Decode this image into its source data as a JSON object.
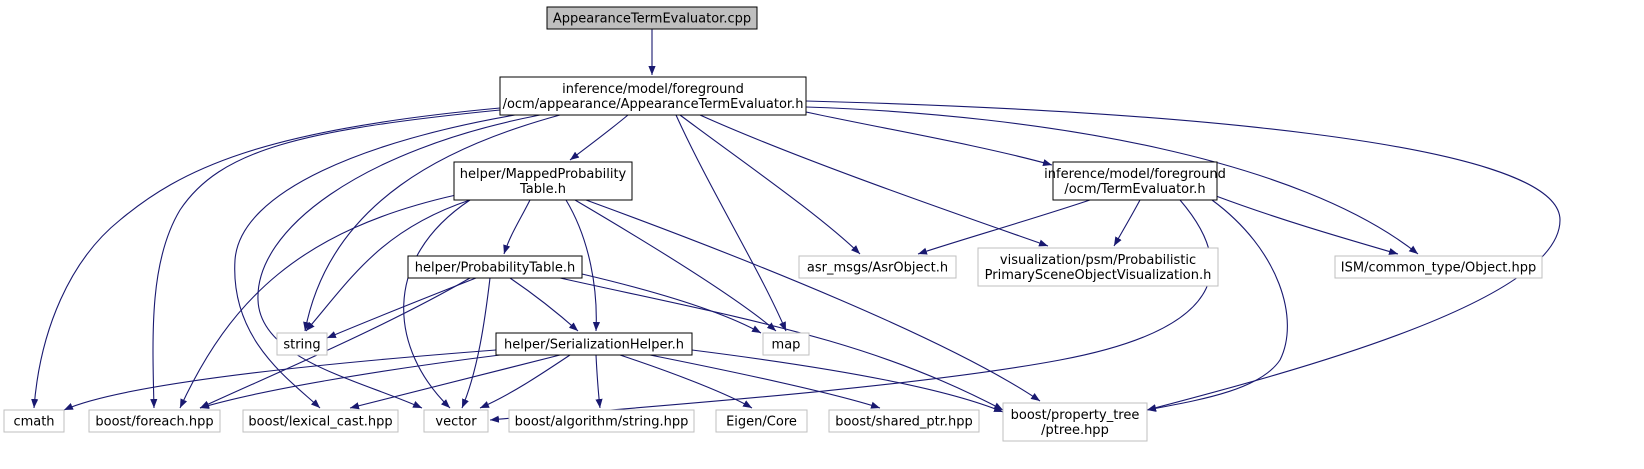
{
  "diagram": {
    "colors": {
      "edge": "#191970",
      "root_fill": "#bfbfbf",
      "documented_border": "#000000",
      "external_border": "#bfbfbf",
      "node_fill": "#ffffff"
    },
    "nodes": [
      {
        "id": "root",
        "lines": [
          "AppearanceTermEvaluator.cpp"
        ],
        "kind": "root"
      },
      {
        "id": "ate_h",
        "lines": [
          "inference/model/foreground",
          "/ocm/appearance/AppearanceTermEvaluator.h"
        ],
        "kind": "documented"
      },
      {
        "id": "mpt_h",
        "lines": [
          "helper/MappedProbability",
          "Table.h"
        ],
        "kind": "documented"
      },
      {
        "id": "te_h",
        "lines": [
          "inference/model/foreground",
          "/ocm/TermEvaluator.h"
        ],
        "kind": "documented"
      },
      {
        "id": "pt_h",
        "lines": [
          "helper/ProbabilityTable.h"
        ],
        "kind": "documented"
      },
      {
        "id": "sh_h",
        "lines": [
          "helper/SerializationHelper.h"
        ],
        "kind": "documented"
      },
      {
        "id": "asr",
        "lines": [
          "asr_msgs/AsrObject.h"
        ],
        "kind": "external"
      },
      {
        "id": "vis",
        "lines": [
          "visualization/psm/Probabilistic",
          "PrimarySceneObjectVisualization.h"
        ],
        "kind": "external"
      },
      {
        "id": "ism",
        "lines": [
          "ISM/common_type/Object.hpp"
        ],
        "kind": "external"
      },
      {
        "id": "string",
        "lines": [
          "string"
        ],
        "kind": "external"
      },
      {
        "id": "map",
        "lines": [
          "map"
        ],
        "kind": "external"
      },
      {
        "id": "cmath",
        "lines": [
          "cmath"
        ],
        "kind": "external"
      },
      {
        "id": "foreach",
        "lines": [
          "boost/foreach.hpp"
        ],
        "kind": "external"
      },
      {
        "id": "lexcast",
        "lines": [
          "boost/lexical_cast.hpp"
        ],
        "kind": "external"
      },
      {
        "id": "vector",
        "lines": [
          "vector"
        ],
        "kind": "external"
      },
      {
        "id": "algstr",
        "lines": [
          "boost/algorithm/string.hpp"
        ],
        "kind": "external"
      },
      {
        "id": "eigen",
        "lines": [
          "Eigen/Core"
        ],
        "kind": "external"
      },
      {
        "id": "sptr",
        "lines": [
          "boost/shared_ptr.hpp"
        ],
        "kind": "external"
      },
      {
        "id": "ptree",
        "lines": [
          "boost/property_tree",
          "/ptree.hpp"
        ],
        "kind": "external"
      }
    ],
    "edges": [
      [
        "root",
        "ate_h"
      ],
      [
        "ate_h",
        "mpt_h"
      ],
      [
        "ate_h",
        "te_h"
      ],
      [
        "ate_h",
        "string"
      ],
      [
        "ate_h",
        "map"
      ],
      [
        "ate_h",
        "asr"
      ],
      [
        "ate_h",
        "vis"
      ],
      [
        "ate_h",
        "ism"
      ],
      [
        "ate_h",
        "ptree"
      ],
      [
        "ate_h",
        "cmath"
      ],
      [
        "ate_h",
        "foreach"
      ],
      [
        "ate_h",
        "lexcast"
      ],
      [
        "ate_h",
        "vector"
      ],
      [
        "mpt_h",
        "pt_h"
      ],
      [
        "mpt_h",
        "sh_h"
      ],
      [
        "mpt_h",
        "string"
      ],
      [
        "mpt_h",
        "map"
      ],
      [
        "mpt_h",
        "vector"
      ],
      [
        "mpt_h",
        "foreach"
      ],
      [
        "mpt_h",
        "ptree"
      ],
      [
        "te_h",
        "asr"
      ],
      [
        "te_h",
        "vis"
      ],
      [
        "te_h",
        "ism"
      ],
      [
        "te_h",
        "vector"
      ],
      [
        "te_h",
        "ptree"
      ],
      [
        "pt_h",
        "sh_h"
      ],
      [
        "pt_h",
        "string"
      ],
      [
        "pt_h",
        "map"
      ],
      [
        "pt_h",
        "vector"
      ],
      [
        "pt_h",
        "foreach"
      ],
      [
        "pt_h",
        "ptree"
      ],
      [
        "sh_h",
        "cmath"
      ],
      [
        "sh_h",
        "foreach"
      ],
      [
        "sh_h",
        "lexcast"
      ],
      [
        "sh_h",
        "vector"
      ],
      [
        "sh_h",
        "algstr"
      ],
      [
        "sh_h",
        "eigen"
      ],
      [
        "sh_h",
        "sptr"
      ],
      [
        "sh_h",
        "ptree"
      ]
    ]
  }
}
